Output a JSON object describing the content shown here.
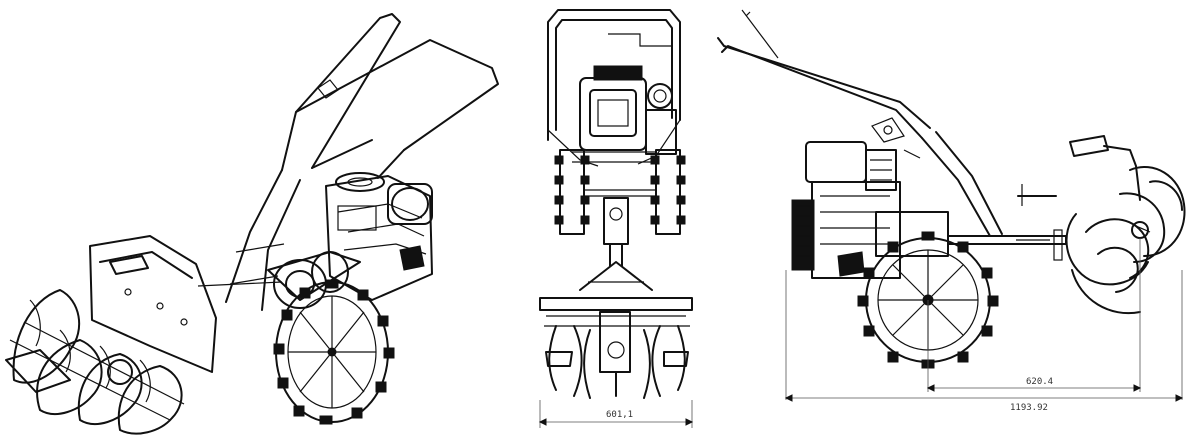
{
  "views": {
    "isometric": {
      "name": "isometric-view"
    },
    "front": {
      "name": "front-view",
      "dimension_width": "601,1"
    },
    "side": {
      "name": "side-view",
      "dimension_wheelbase": "620.4",
      "dimension_overall": "1193.92"
    }
  },
  "colors": {
    "line": "#111111",
    "dimension": "#555555",
    "background": "#ffffff"
  }
}
